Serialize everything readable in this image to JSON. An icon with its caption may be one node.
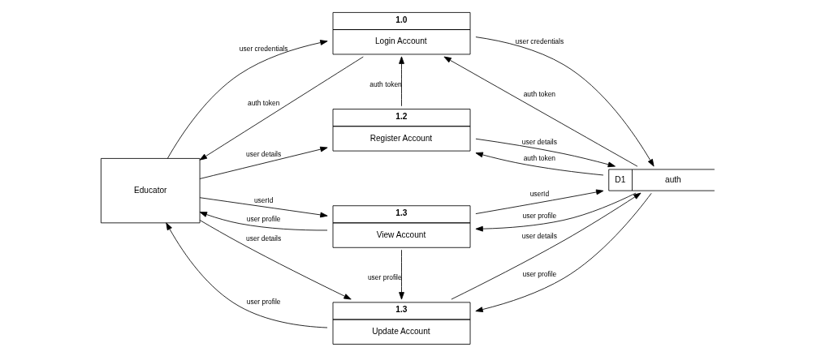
{
  "diagram": {
    "nodes": [
      {
        "text": [
          "Educator"
        ]
      },
      {
        "text": [
          "1.0",
          "Login Account"
        ]
      },
      {
        "text": [
          "1.2",
          "Register Account"
        ]
      },
      {
        "text": [
          "1.3",
          "View Account"
        ]
      },
      {
        "text": [
          "1.3",
          "Update Account"
        ]
      },
      {
        "text": [
          "D1",
          "auth"
        ]
      }
    ],
    "edges": [
      {
        "from": 0,
        "to": 1,
        "arrow": "to",
        "label": "user credentials"
      },
      {
        "from": 1,
        "to": 0,
        "arrow": "to",
        "label": "auth token"
      },
      {
        "from": 2,
        "to": 1,
        "arrow": "to",
        "label": "auth token"
      },
      {
        "from": 0,
        "to": 2,
        "arrow": "to",
        "label": "user details"
      },
      {
        "from": 1,
        "to": 5,
        "arrow": "to",
        "label": "user credentials"
      },
      {
        "from": 5,
        "to": 1,
        "arrow": "to",
        "label": "auth token"
      },
      {
        "from": 2,
        "to": 5,
        "arrow": "to",
        "label": "user details"
      },
      {
        "from": 5,
        "to": 2,
        "arrow": "to",
        "label": "auth token"
      },
      {
        "from": 0,
        "to": 3,
        "arrow": "to",
        "label": "userId"
      },
      {
        "from": 3,
        "to": 0,
        "arrow": "to",
        "label": "user profile"
      },
      {
        "from": 3,
        "to": 5,
        "arrow": "to",
        "label": "userId"
      },
      {
        "from": 5,
        "to": 3,
        "arrow": "to",
        "label": "user profile"
      },
      {
        "from": 3,
        "to": 4,
        "arrow": "to",
        "label": "user profile"
      },
      {
        "from": 4,
        "to": 0,
        "arrow": "to",
        "label": "user profile"
      },
      {
        "from": 0,
        "to": 4,
        "arrow": "to",
        "label": "user details"
      },
      {
        "from": 4,
        "to": 5,
        "arrow": "to",
        "label": "user details"
      },
      {
        "from": 5,
        "to": 4,
        "arrow": "to",
        "label": "user profile"
      }
    ]
  }
}
